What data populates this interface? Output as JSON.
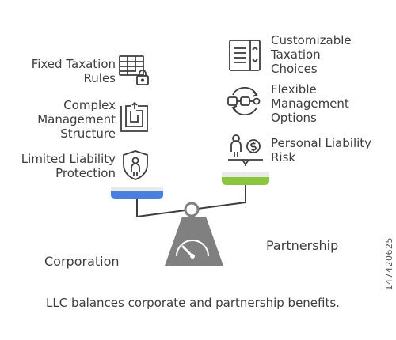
{
  "left_items": [
    {
      "lines": [
        "Fixed Taxation",
        "Rules"
      ],
      "icon": "table-lock-icon"
    },
    {
      "lines": [
        "Complex",
        "Management",
        "Structure"
      ],
      "icon": "maze-icon"
    },
    {
      "lines": [
        "Limited Liability",
        "Protection"
      ],
      "icon": "shield-person-icon"
    }
  ],
  "right_items": [
    {
      "lines": [
        "Customizable",
        "Taxation",
        "Choices"
      ],
      "icon": "document-list-icon"
    },
    {
      "lines": [
        "Flexible",
        "Management",
        "Options"
      ],
      "icon": "connected-nodes-icon"
    },
    {
      "lines": [
        "Personal Liability",
        "Risk"
      ],
      "icon": "person-money-scale-icon"
    }
  ],
  "labels": {
    "left": "Corporation",
    "right": "Partnership",
    "caption": "LLC balances corporate and partnership benefits."
  },
  "watermark": "147420625",
  "colors": {
    "left_pan": "#4a7fe0",
    "right_pan": "#8cc63f",
    "scale": "#808080",
    "text": "#3d3d3d"
  }
}
